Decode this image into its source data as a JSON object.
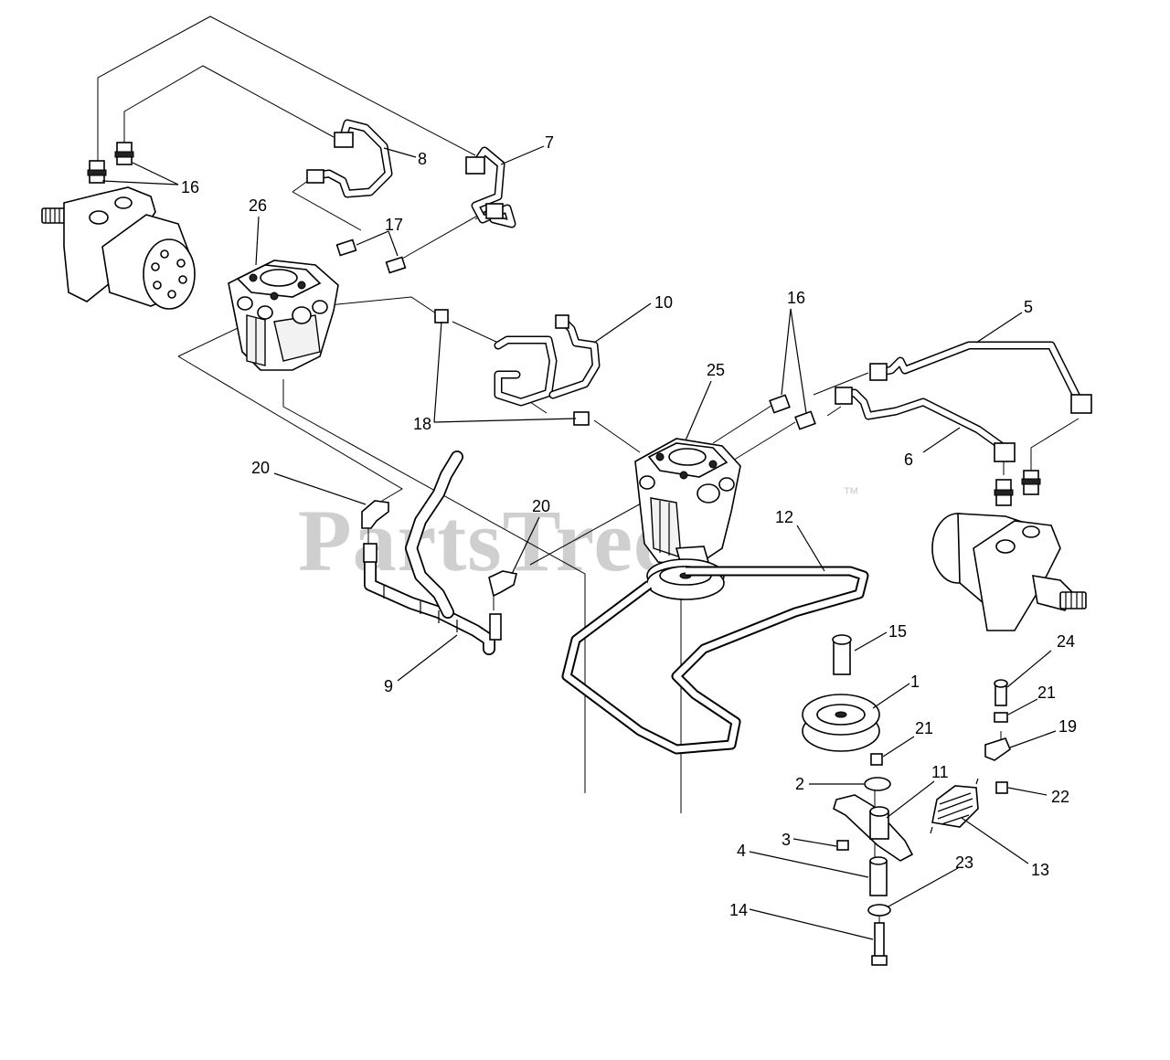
{
  "watermark": {
    "text": "PartsTree",
    "trademark": "™"
  },
  "callouts": {
    "c1": "1",
    "c2": "2",
    "c3": "3",
    "c4": "4",
    "c5": "5",
    "c6": "6",
    "c7": "7",
    "c8": "8",
    "c9": "9",
    "c10": "10",
    "c11": "11",
    "c12": "12",
    "c13": "13",
    "c14": "14",
    "c15": "15",
    "c16a": "16",
    "c16b": "16",
    "c17": "17",
    "c18": "18",
    "c19": "19",
    "c20a": "20",
    "c20b": "20",
    "c21a": "21",
    "c21b": "21",
    "c22": "22",
    "c23": "23",
    "c24": "24",
    "c25": "25",
    "c26": "26"
  }
}
